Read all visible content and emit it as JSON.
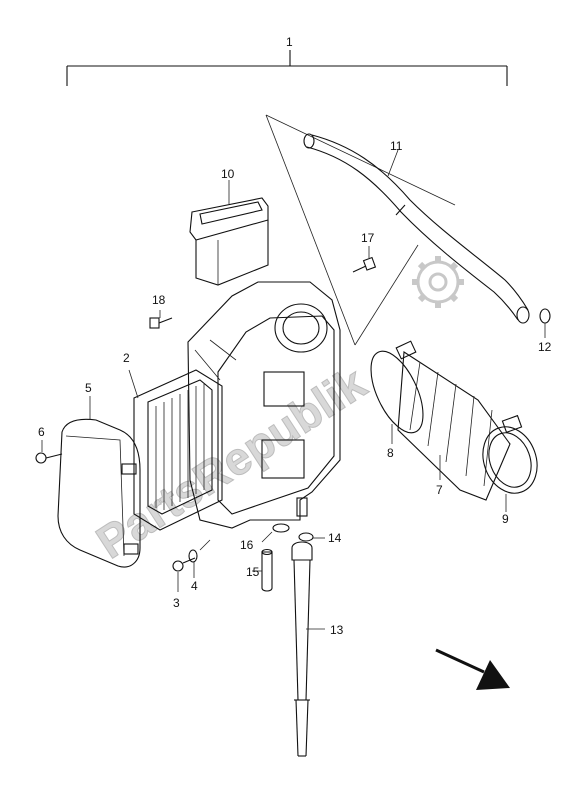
{
  "watermark": "PartsRepublik",
  "callouts": {
    "c1": "1",
    "c2": "2",
    "c3": "3",
    "c4": "4",
    "c5": "5",
    "c6": "6",
    "c7": "7",
    "c8": "8",
    "c9": "9",
    "c10": "10",
    "c11": "11",
    "c12": "12",
    "c13": "13",
    "c14": "14",
    "c15": "15",
    "c16": "16",
    "c17": "17",
    "c18": "18"
  },
  "direction_arrow": "front-arrow-icon"
}
